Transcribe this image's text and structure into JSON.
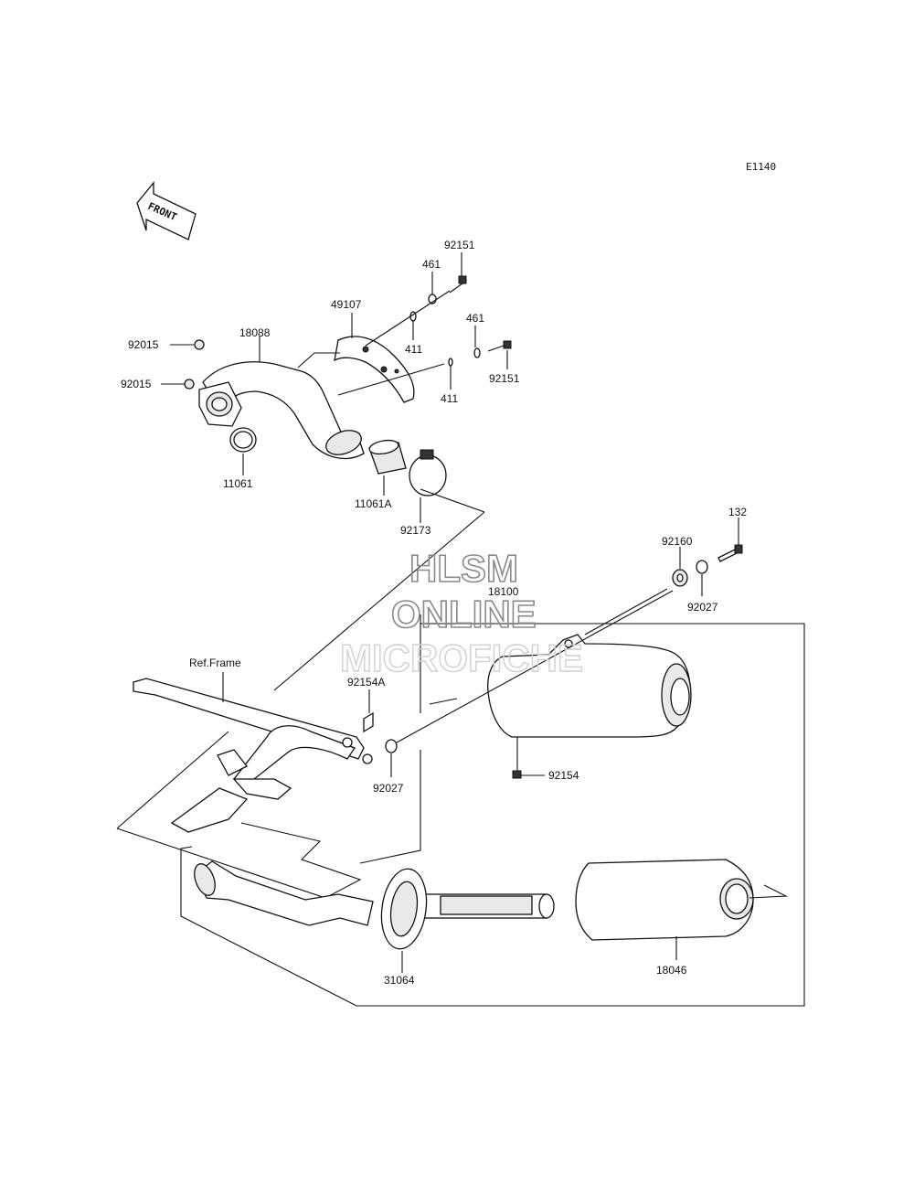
{
  "diagram": {
    "code": "E1140",
    "front_label": "FRONT",
    "ref_frame_label": "Ref.Frame"
  },
  "watermark": {
    "line1": "HLSM",
    "line2": "ONLINE",
    "line3": "MICROFICHE"
  },
  "parts": {
    "p92151_top": "92151",
    "p461_top": "461",
    "p49107": "49107",
    "p411_top": "411",
    "p461_mid": "461",
    "p18088": "18088",
    "p92015_a": "92015",
    "p92015_b": "92015",
    "p411_mid": "411",
    "p92151_mid": "92151",
    "p11061": "11061",
    "p11061A": "11061A",
    "p92173": "92173",
    "p132": "132",
    "p92160": "92160",
    "p92027_r": "92027",
    "p18100": "18100",
    "p92154A": "92154A",
    "p92027_m": "92027",
    "p92154": "92154",
    "p31064": "31064",
    "p18046": "18046"
  }
}
